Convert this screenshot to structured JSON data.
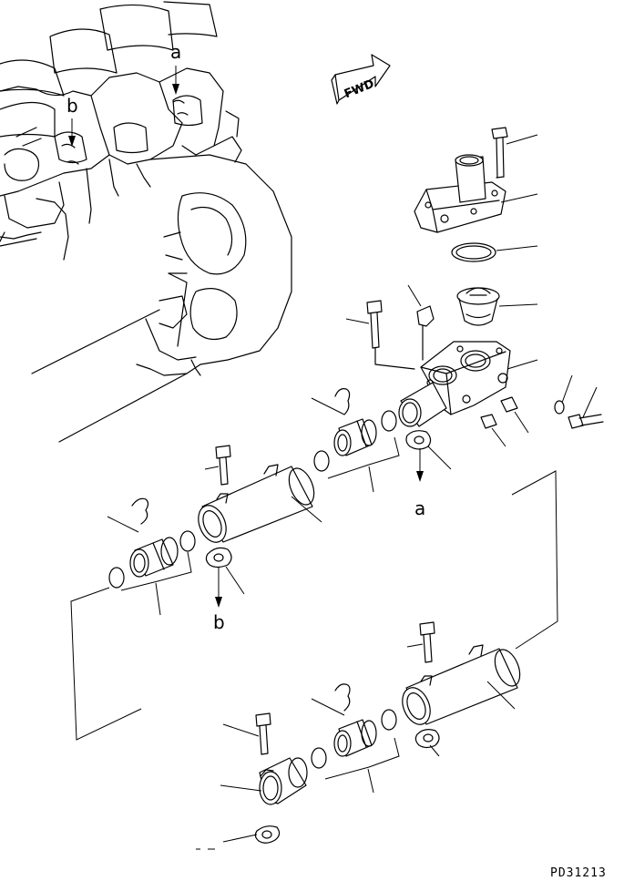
{
  "diagram": {
    "drawing_code": "PD31213",
    "fwd_label": "FWD",
    "ref_labels": {
      "a_top": "a",
      "b_top": "b",
      "a_gasket": "a",
      "b_gasket": "b"
    }
  }
}
